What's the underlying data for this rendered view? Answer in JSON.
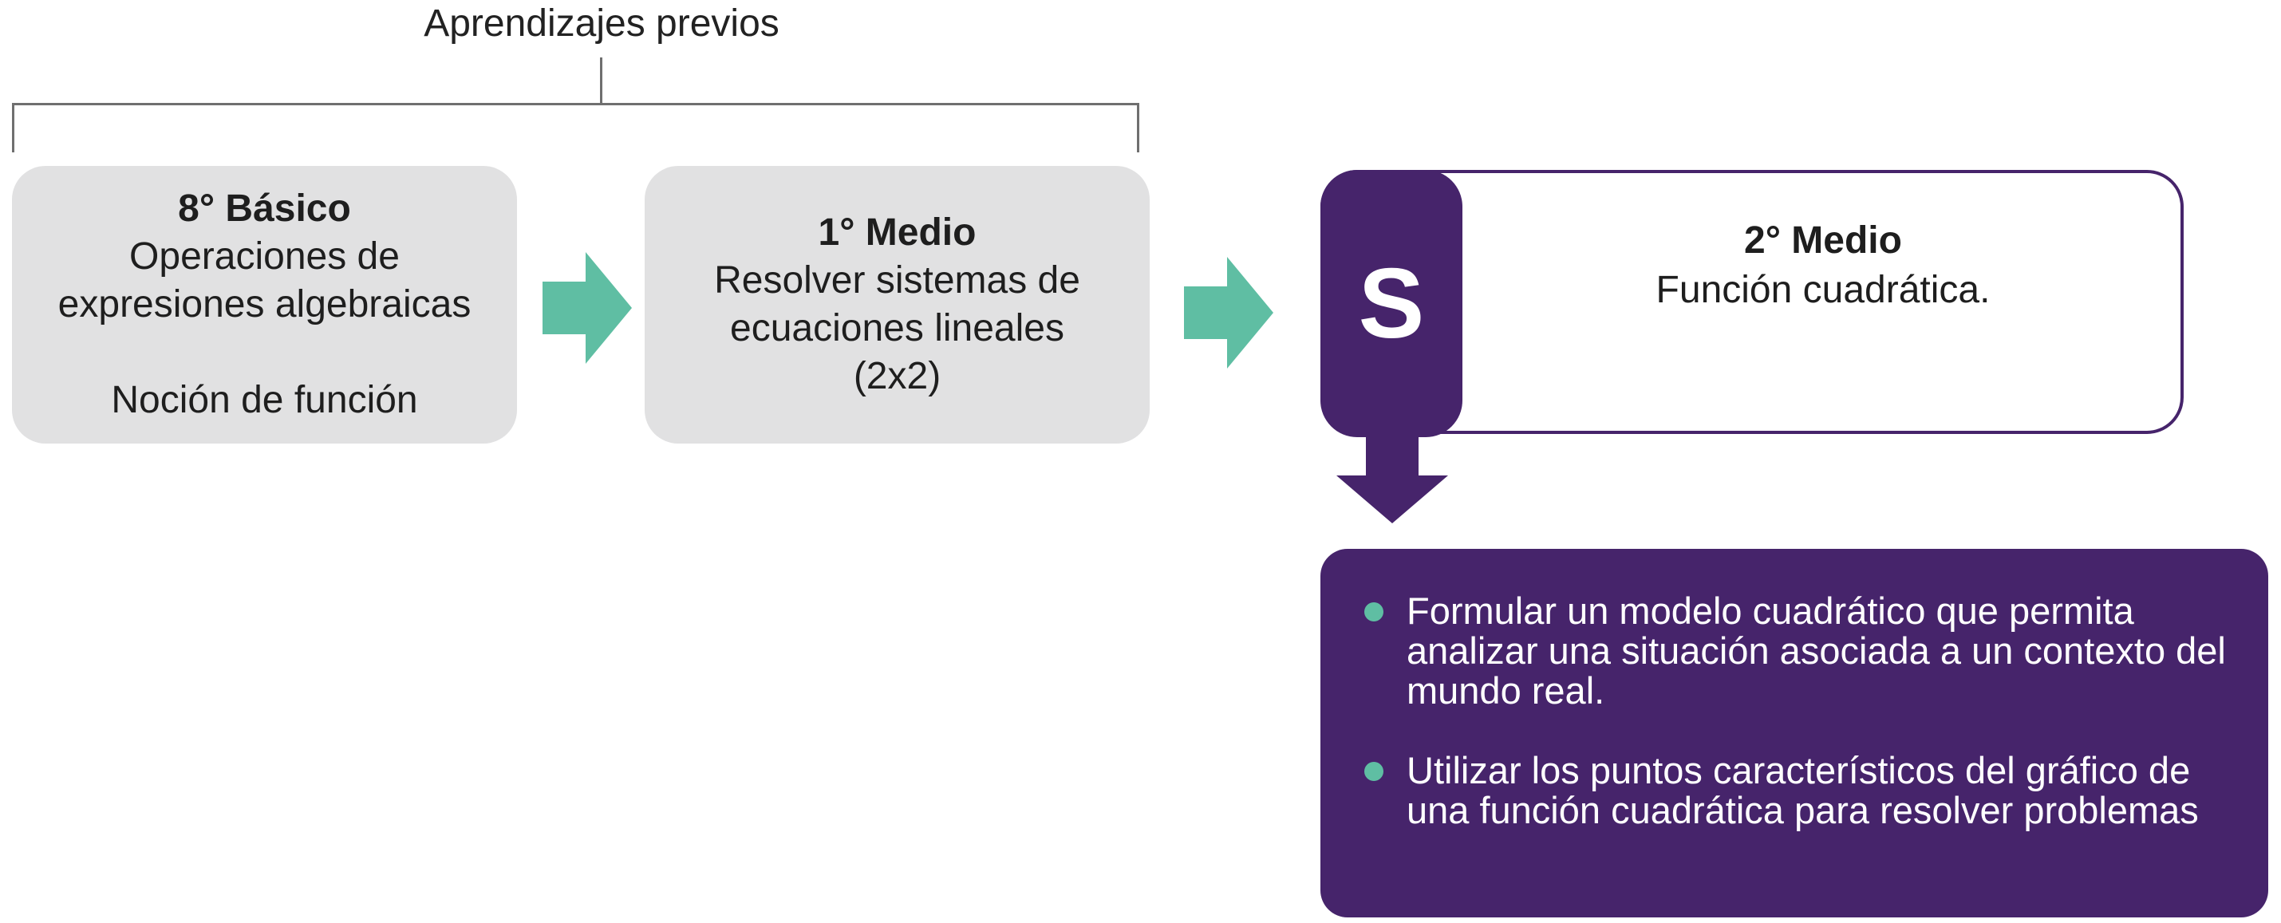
{
  "header": {
    "title": "Aprendizajes previos"
  },
  "prior_steps": [
    {
      "title": "8° Básico",
      "lines": [
        "Operaciones de",
        "expresiones algebraicas"
      ],
      "extra": "Noción de función"
    },
    {
      "title": "1° Medio",
      "lines": [
        "Resolver sistemas de",
        "ecuaciones lineales",
        "(2x2)"
      ]
    }
  ],
  "target": {
    "badge": "S",
    "title": "2° Medio",
    "subtitle": "Función cuadrática."
  },
  "objectives": [
    "Formular un modelo cuadrático que permita analizar una situación asociada a un contexto del mundo real.",
    "Utilizar los puntos característicos del gráfico de una función cuadrática para resolver problemas"
  ],
  "colors": {
    "grey_box": "#e1e1e2",
    "teal_arrow": "#5fbea3",
    "purple": "#46246b",
    "bracket": "#6f6f6f"
  },
  "icons": {
    "step_arrow": "right-arrow-icon",
    "down_arrow": "down-arrow-icon",
    "bullet": "bullet-dot-icon"
  }
}
